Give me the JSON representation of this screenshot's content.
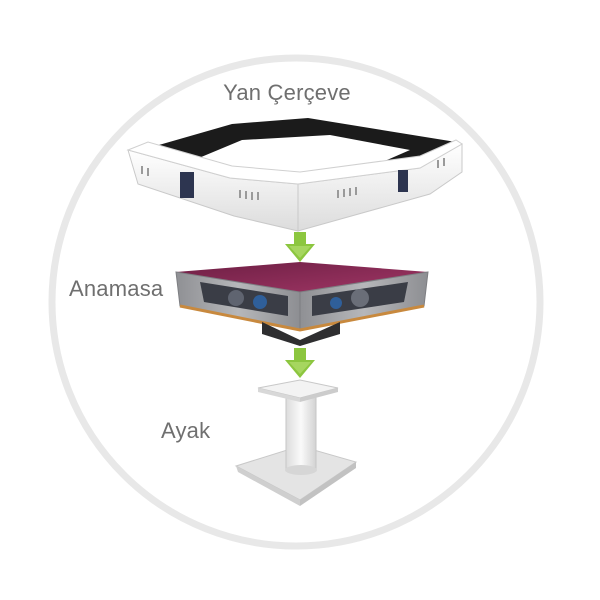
{
  "labels": {
    "side_frame": "Yan Çerçeve",
    "main_table": "Anamasa",
    "leg": "Ayak"
  },
  "colors": {
    "circle_outline": "#e6e6e6",
    "label_text": "#6f6f6f",
    "arrow_green": "#8cc63f",
    "frame_white": "#f4f4f4",
    "table_top_magenta": "#8a2a55",
    "body_grey": "#a7a8ab",
    "stand_white": "#efefef"
  },
  "icons": [
    "arrow-down-icon",
    "arrow-down-icon"
  ]
}
